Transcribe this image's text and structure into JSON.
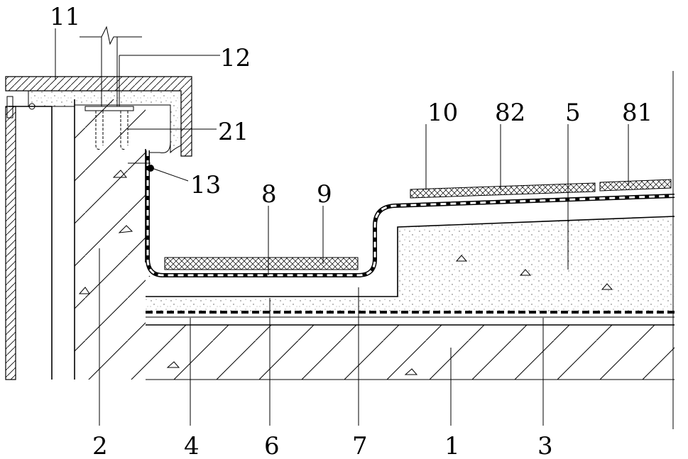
{
  "labels": {
    "l11": "11",
    "l12": "12",
    "l21": "21",
    "l13": "13",
    "l10": "10",
    "l82": "82",
    "l5": "5",
    "l81": "81",
    "l8": "8",
    "l9": "9",
    "l2": "2",
    "l4": "4",
    "l6": "6",
    "l7": "7",
    "l1": "1",
    "l3": "3"
  }
}
